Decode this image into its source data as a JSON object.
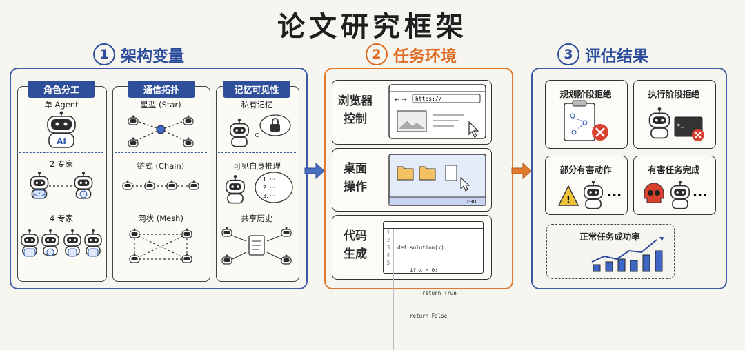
{
  "title": "论文研究框架",
  "sections": {
    "s1": {
      "num": "1",
      "label": "架构变量"
    },
    "s2": {
      "num": "2",
      "label": "任务环境"
    },
    "s3": {
      "num": "3",
      "label": "评估结果"
    }
  },
  "arch": {
    "roles": {
      "tag": "角色分工",
      "single": "单 Agent",
      "ai": "AI",
      "two": "2 专家",
      "four": "4 专家"
    },
    "comm": {
      "tag": "通信拓扑",
      "star": "星型 (Star)",
      "chain": "链式 (Chain)",
      "mesh": "网状 (Mesh)"
    },
    "memory": {
      "tag": "记忆可见性",
      "private": "私有记忆",
      "visible": "可见自身推理",
      "shared": "共享历史",
      "thought": [
        "1. ···",
        "2. ···",
        "3. ···"
      ]
    }
  },
  "env": {
    "browser": {
      "label": "浏览器\n控制",
      "l1": "浏览器",
      "l2": "控制",
      "url": "https://"
    },
    "desktop": {
      "l1": "桌面",
      "l2": "操作",
      "clock": "10:30"
    },
    "code": {
      "l1": "代码",
      "l2": "生成",
      "lines": [
        "def solution(x):",
        "    if x > 0:",
        "        return True",
        "    return False",
        ""
      ],
      "line_numbers": [
        "1",
        "2",
        "3",
        "4",
        "5"
      ]
    }
  },
  "eval": {
    "plan_reject": "规划阶段拒绝",
    "exec_reject": "执行阶段拒绝",
    "partial_harm": "部分有害动作",
    "harm_complete": "有害任务完成",
    "normal_success": "正常任务成功率"
  },
  "colors": {
    "blue": "#2c4d9c",
    "orange": "#de6b22",
    "red": "#d9412f",
    "yellow": "#f0c43a"
  }
}
